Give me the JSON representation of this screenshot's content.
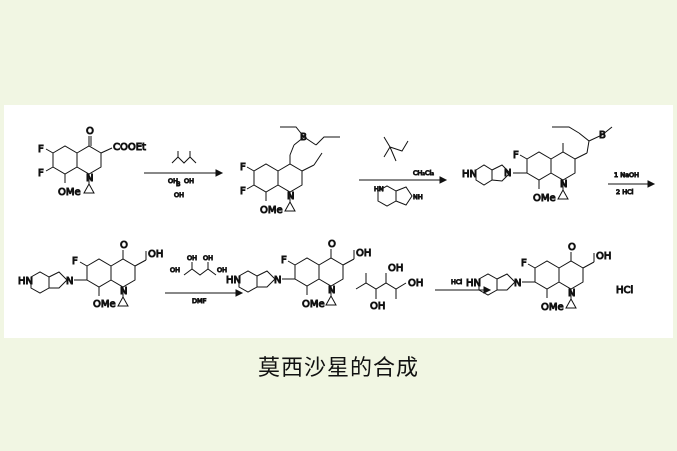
{
  "caption": "莫西沙星的合成",
  "labels": {
    "atom_o": "O",
    "atom_f": "F",
    "atom_n": "N",
    "atom_b": "B",
    "ester": "COOEt",
    "ome": "OMe",
    "cooh": "OH",
    "hn": "HN",
    "nh": "NH",
    "oh": "OH",
    "hcl": "HCl"
  },
  "conditions": {
    "step2_solvent": "CH₂Cl₂",
    "step3_line1": "1 NaOH",
    "step3_line2": "2 HCl",
    "step4_solvent": "DMF",
    "step6_reagent": "HCl"
  }
}
